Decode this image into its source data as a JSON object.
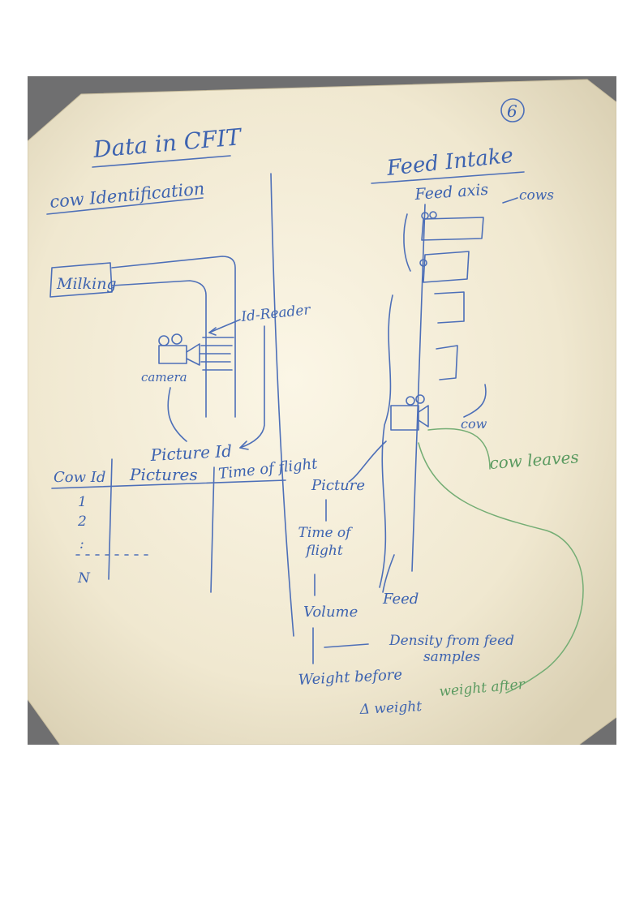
{
  "page_number": "6",
  "left": {
    "title": "Data in CFIT",
    "subtitle": "cow Identification",
    "milking_label": "Milking",
    "id_reader_label": "Id-Reader",
    "camera_label": "camera",
    "picture_id_label": "Picture Id",
    "table": {
      "headers": [
        "Cow Id",
        "Pictures",
        "Time of flight"
      ],
      "rows": [
        "1",
        "2",
        ":",
        "N"
      ]
    }
  },
  "right": {
    "title": "Feed Intake",
    "feed_axis_label": "Feed axis",
    "cows_label": "cows",
    "cow_label": "cow",
    "cow_leaves_label": "cow leaves",
    "feed_label": "Feed",
    "flow": [
      "Picture",
      "Time of flight",
      "Volume",
      "Weight before",
      "Δ weight"
    ],
    "density_note": "Density from feed samples",
    "weight_after_label": "weight after"
  },
  "colors": {
    "ink_blue": "#3d63b0",
    "ink_green": "#5a9a60",
    "board": "#f3ecd6",
    "frame": "#6f6f70"
  }
}
